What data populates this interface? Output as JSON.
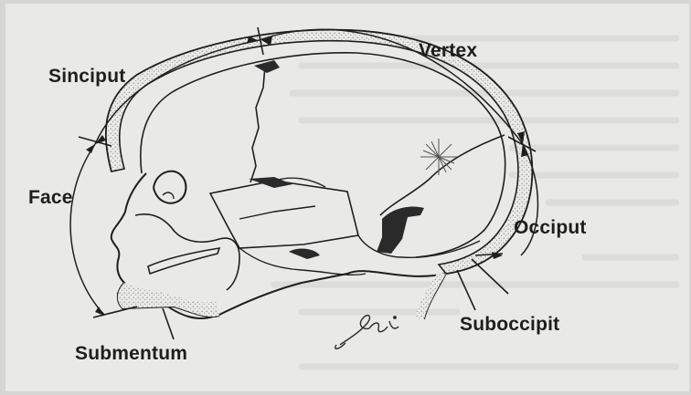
{
  "diagram": {
    "labels": {
      "vertex": "Vertex",
      "sinciput": "Sinciput",
      "face": "Face",
      "occiput": "Occiput",
      "suboccipital": "Suboccipit",
      "submentum": "Submentum"
    },
    "signature": "Pai"
  },
  "colors": {
    "paper": "#e9e9e7",
    "ink": "#1e1e1e",
    "stipple": "#8a8a8a",
    "suture": "#2a2a2a"
  }
}
